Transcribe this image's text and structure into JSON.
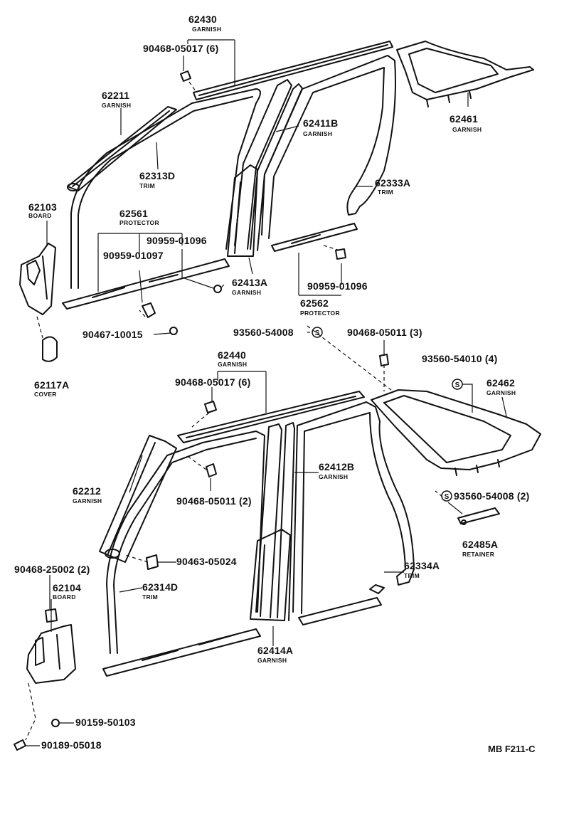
{
  "colors": {
    "ink": "#111111",
    "paper": "#ffffff"
  },
  "drawing_code": "MB F211-C",
  "parts": {
    "p62430": {
      "number": "62430",
      "name": "GARNISH"
    },
    "f90468_05017_top": {
      "number": "90468-05017 (6)"
    },
    "p62211": {
      "number": "62211",
      "name": "GARNISH"
    },
    "p62313D": {
      "number": "62313D",
      "name": "TRIM"
    },
    "p62103": {
      "number": "62103",
      "name": "BOARD"
    },
    "p62561": {
      "number": "62561",
      "name": "PROTECTOR"
    },
    "f90959_01096_a": {
      "number": "90959-01096"
    },
    "f90959_01097": {
      "number": "90959-01097"
    },
    "p62411B": {
      "number": "62411B",
      "name": "GARNISH"
    },
    "p62461": {
      "number": "62461",
      "name": "GARNISH"
    },
    "p62333A": {
      "number": "62333A",
      "name": "TRIM"
    },
    "p62413A": {
      "number": "62413A",
      "name": "GARNISH"
    },
    "f90959_01096_b": {
      "number": "90959-01096"
    },
    "p62562": {
      "number": "62562",
      "name": "PROTECTOR"
    },
    "f90467_10015": {
      "number": "90467-10015"
    },
    "p62117A": {
      "number": "62117A",
      "name": "COVER"
    },
    "f93560_54008_top": {
      "number": "93560-54008"
    },
    "f90468_05011_3": {
      "number": "90468-05011 (3)"
    },
    "f93560_54010": {
      "number": "93560-54010 (4)"
    },
    "p62440": {
      "number": "62440",
      "name": "GARNISH"
    },
    "f90468_05017_mid": {
      "number": "90468-05017 (6)"
    },
    "p62462": {
      "number": "62462",
      "name": "GARNISH"
    },
    "p62212": {
      "number": "62212",
      "name": "GARNISH"
    },
    "p62412B": {
      "number": "62412B",
      "name": "GARNISH"
    },
    "f90468_05011_2": {
      "number": "90468-05011 (2)"
    },
    "f93560_54008_2": {
      "number": "93560-54008 (2)"
    },
    "p62485A": {
      "number": "62485A",
      "name": "RETAINER"
    },
    "f90463_05024": {
      "number": "90463-05024"
    },
    "f90468_25002": {
      "number": "90468-25002 (2)"
    },
    "p62104": {
      "number": "62104",
      "name": "BOARD"
    },
    "p62314D": {
      "number": "62314D",
      "name": "TRIM"
    },
    "p62334A": {
      "number": "62334A",
      "name": "TRIM"
    },
    "p62414A": {
      "number": "62414A",
      "name": "GARNISH"
    },
    "f90159_50103": {
      "number": "90159-50103"
    },
    "f90189_05018": {
      "number": "90189-05018"
    }
  }
}
